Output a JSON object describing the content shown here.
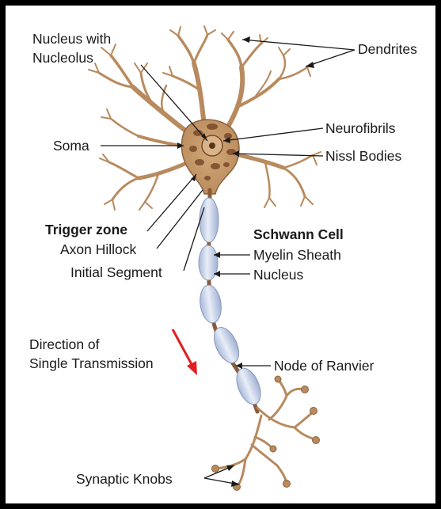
{
  "labels": {
    "nucleus_line1": "Nucleus with",
    "nucleus_line2": "Nucleolus",
    "dendrites": "Dendrites",
    "soma": "Soma",
    "neurofibrils": "Neurofibrils",
    "nissl_bodies": "Nissl Bodies",
    "trigger_zone": "Trigger zone",
    "axon_hillock": "Axon Hillock",
    "initial_segment": "Initial Segment",
    "schwann_cell": "Schwann Cell",
    "myelin_sheath": "Myelin Sheath",
    "schwann_nucleus": "Nucleus",
    "direction_line1": "Direction of",
    "direction_line2": "Single Transmission",
    "node_of_ranvier": "Node of Ranvier",
    "synaptic_knobs": "Synaptic Knobs"
  },
  "colors": {
    "cell_body": "#c49a6c",
    "cell_outline": "#8a6440",
    "nissl": "#7a4a2a",
    "myelin": "#c8d4ea",
    "direction_arrow": "#e02020"
  }
}
